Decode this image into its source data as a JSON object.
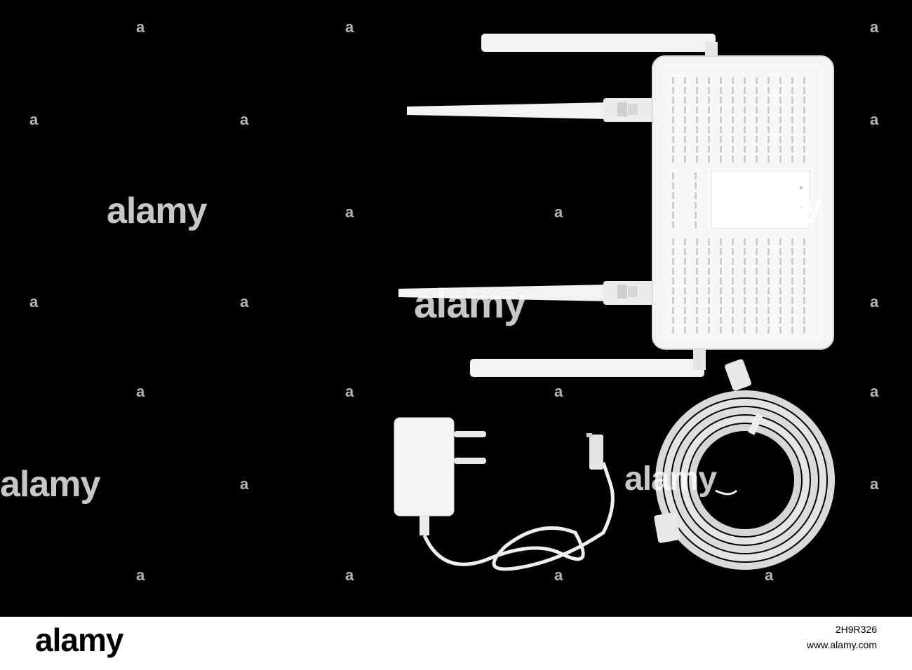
{
  "watermark": {
    "brand": "alamy",
    "mark": "a"
  },
  "footer": {
    "logo": "alamy",
    "image_id": "2H9R326",
    "url": "www.alamy.com"
  },
  "colors": {
    "background": "#000000",
    "device": "#f4f4f4",
    "device_shade": "#d9d9d9",
    "footer_bg": "#ffffff"
  },
  "objects": [
    "wifi-router",
    "router-antenna",
    "power-adapter",
    "ethernet-cable-coil"
  ]
}
